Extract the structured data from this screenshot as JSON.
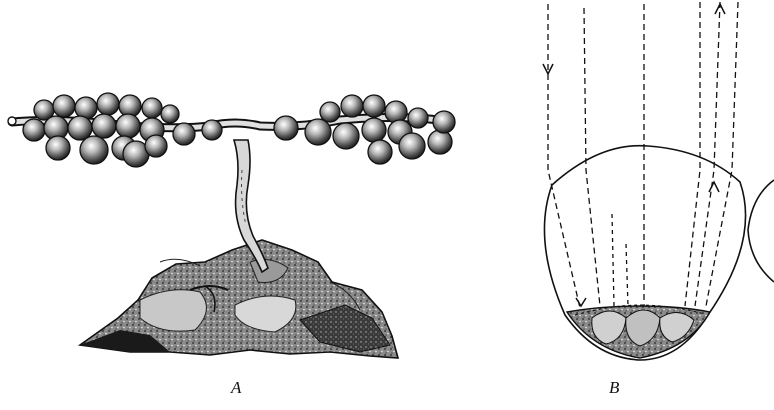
{
  "figure": {
    "panels": [
      {
        "label": "A",
        "subject": "moss-protonema-on-rock"
      },
      {
        "label": "B",
        "subject": "light-rays-entering-lens-shaped-cell"
      }
    ],
    "colors": {
      "ink": "#111111",
      "stipple": "#555555",
      "background": "#ffffff"
    }
  }
}
